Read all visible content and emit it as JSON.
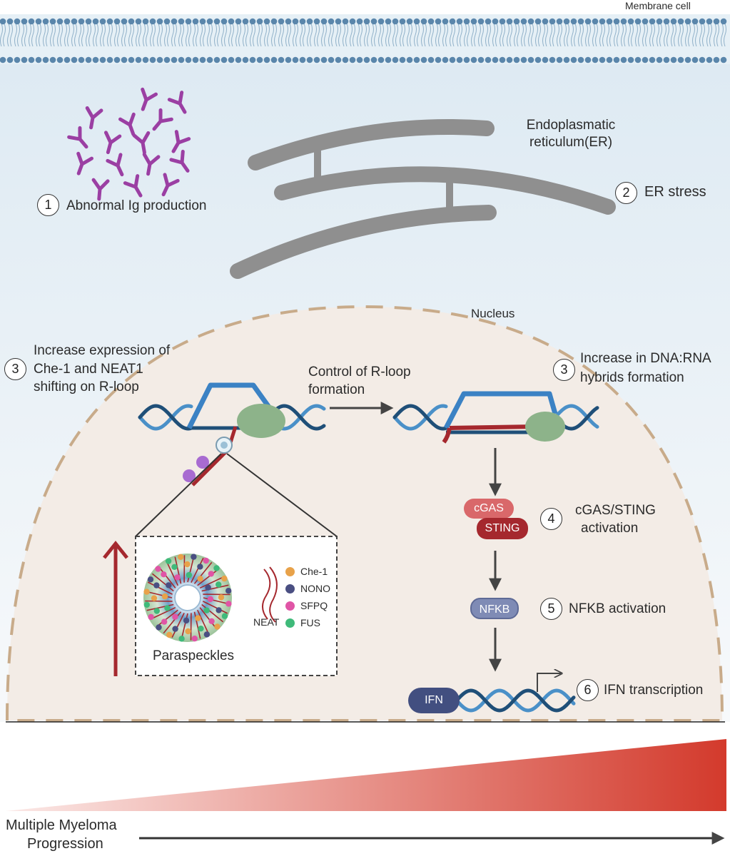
{
  "labels": {
    "membrane": "Membrane cell",
    "er_line1": "Endoplasmatic",
    "er_line2": "reticulum(ER)",
    "step1": "Abnormal Ig production",
    "step2": "ER stress",
    "nucleus": "Nucleus",
    "step3a_line1": "Increase expression of",
    "step3a_line2": "Che-1 and NEAT1",
    "step3a_line3": "shifting on R-loop",
    "control_line1": "Control of R-loop",
    "control_line2": "formation",
    "step3b_line1": "Increase in DNA:RNA",
    "step3b_line2": "hybrids formation",
    "step4_line1": "cGAS/STING",
    "step4_line2": "activation",
    "step5": "NFKB activation",
    "step6": "IFN transcription",
    "paraspeckles": "Paraspeckles",
    "neat": "NEAT",
    "progression_line1": "Multiple Myeloma",
    "progression_line2": "Progression"
  },
  "step_numbers": {
    "one": "1",
    "two": "2",
    "three_a": "3",
    "three_b": "3",
    "four": "4",
    "five": "5",
    "six": "6"
  },
  "molecules": {
    "cgas": "cGAS",
    "sting": "STING",
    "nfkb": "NFKB",
    "ifn": "IFN"
  },
  "legend": [
    {
      "label": "Che-1",
      "color": "#e8a24a"
    },
    {
      "label": "NONO",
      "color": "#4a4f82"
    },
    {
      "label": "SFPQ",
      "color": "#e055a6"
    },
    {
      "label": "FUS",
      "color": "#3fba7a"
    }
  ],
  "colors": {
    "er": "#8f8f8f",
    "antibody": "#9b3fa3",
    "nucleus_fill": "#f3ece6",
    "nucleus_border": "#c8ab8a",
    "dna_light": "#4a90c8",
    "dna_dark": "#1f4f78",
    "rna": "#a5282e",
    "polymerase": "#8db38a",
    "cgas": "#d9686a",
    "sting": "#a5282e",
    "nfkb": "#7f8bb5",
    "ifn": "#424f80",
    "gradient_end": "#d33a2c",
    "arrow": "#444444"
  }
}
